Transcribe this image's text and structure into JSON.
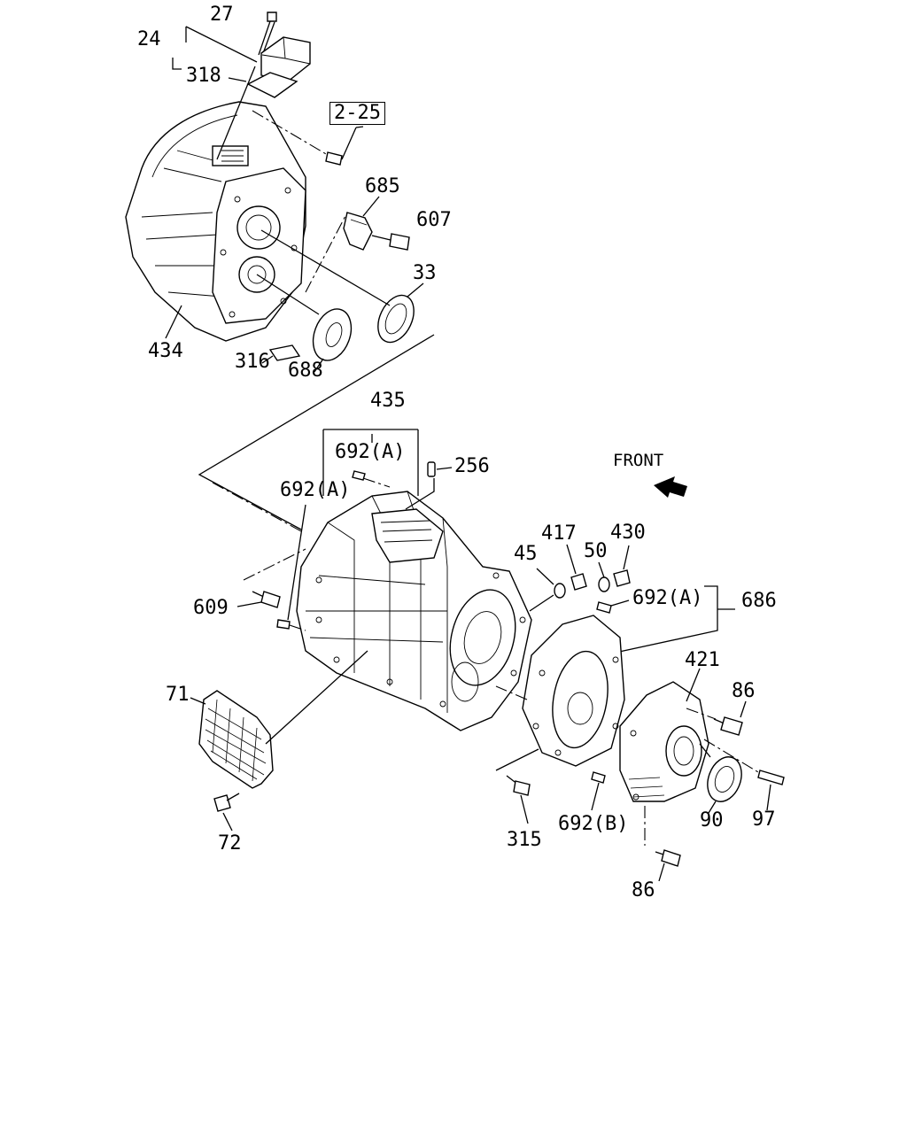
{
  "labels": {
    "p27": "27",
    "p24": "24",
    "p318": "318",
    "ref": "2-25",
    "p685": "685",
    "p607": "607",
    "p33": "33",
    "p434": "434",
    "p316": "316",
    "p688": "688",
    "p435": "435",
    "p692a_top": "692(A)",
    "p256": "256",
    "p692a_left": "692(A)",
    "front": "FRONT",
    "p417": "417",
    "p430": "430",
    "p45": "45",
    "p50": "50",
    "p692a_right": "692(A)",
    "p686": "686",
    "p609": "609",
    "p421": "421",
    "p86_top": "86",
    "p71": "71",
    "p315": "315",
    "p692b": "692(B)",
    "p90": "90",
    "p97": "97",
    "p72": "72",
    "p86_bottom": "86"
  }
}
